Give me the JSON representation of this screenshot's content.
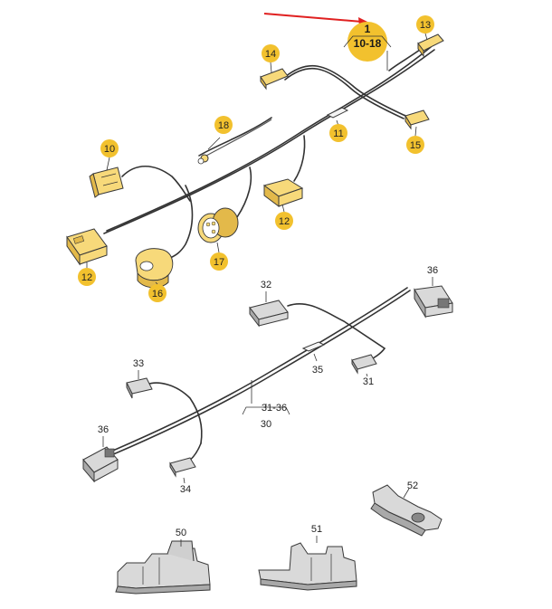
{
  "callouts": {
    "c1_top": "1",
    "c1_range": "10-18",
    "c10": "10",
    "c11": "11",
    "c12a": "12",
    "c12b": "12",
    "c13": "13",
    "c14": "14",
    "c15": "15",
    "c16": "16",
    "c17": "17",
    "c18": "18",
    "c30": "30",
    "c30_range": "31-36",
    "c31": "31",
    "c32": "32",
    "c33": "33",
    "c34": "34",
    "c35": "35",
    "c36a": "36",
    "c36b": "36",
    "c50": "50",
    "c51": "51",
    "c52": "52"
  },
  "colors": {
    "highlight_badge": "#f2c12e",
    "pointer_arrow": "#e02020",
    "harness_upper": "#f7d97a",
    "harness_lower": "#d9d9d9"
  }
}
